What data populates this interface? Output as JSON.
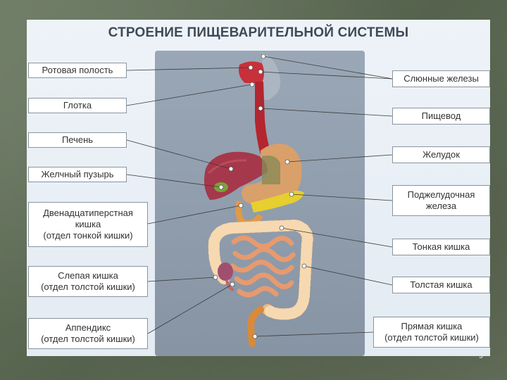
{
  "title": "СТРОЕНИЕ ПИЩЕВАРИТЕЛЬНОЙ СИСТЕМЫ",
  "labels_left": [
    "Ротовая полость",
    "Глотка",
    "Печень",
    "Желчный пузырь",
    "Двенадцатиперстная\nкишка\n(отдел тонкой кишки)",
    "Слепая кишка\n(отдел толстой кишки)",
    "Аппендикс\n(отдел толстой кишки)"
  ],
  "labels_right": [
    "Слюнные железы",
    "Пищевод",
    "Желудок",
    "Поджелудочная\nжелеза",
    "Тонкая кишка",
    "Толстая кишка",
    "Прямая кишка\n(отдел толстой кишки)"
  ],
  "page_number": "9"
}
